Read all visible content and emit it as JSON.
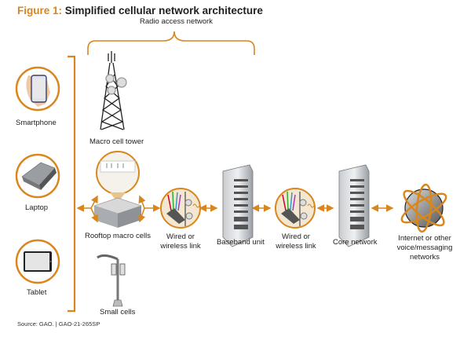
{
  "figure": {
    "label": "Figure 1:",
    "title": "Simplified cellular network architecture",
    "accent_color": "#d9861c"
  },
  "groups": {
    "radio_access_network": "Radio access network"
  },
  "devices": [
    {
      "id": "smartphone",
      "label": "Smartphone",
      "icon": "smartphone-icon"
    },
    {
      "id": "laptop",
      "label": "Laptop",
      "icon": "laptop-icon"
    },
    {
      "id": "tablet",
      "label": "Tablet",
      "icon": "tablet-icon"
    }
  ],
  "ran_nodes": [
    {
      "id": "macro-tower",
      "label": "Macro cell tower",
      "icon": "cell-tower-icon"
    },
    {
      "id": "rooftop",
      "label": "Rooftop macro cells",
      "icon": "rooftop-building-icon"
    },
    {
      "id": "small-cells",
      "label": "Small cells",
      "icon": "street-pole-small-cell-icon"
    }
  ],
  "chain": [
    {
      "id": "link1",
      "label_line1": "Wired or",
      "label_line2": "wireless link",
      "icon": "cable-antenna-icon"
    },
    {
      "id": "baseband",
      "label": "Baseband unit",
      "icon": "server-rack-icon"
    },
    {
      "id": "link2",
      "label_line1": "Wired or",
      "label_line2": "wireless link",
      "icon": "cable-antenna-icon"
    },
    {
      "id": "core",
      "label": "Core network",
      "icon": "server-rack-icon"
    },
    {
      "id": "internet",
      "label_line1": "Internet or other",
      "label_line2": "voice/messaging",
      "label_line3": "networks",
      "icon": "globe-icon"
    }
  ],
  "source": "Source: GAO.  |  GAO-21-265SP"
}
